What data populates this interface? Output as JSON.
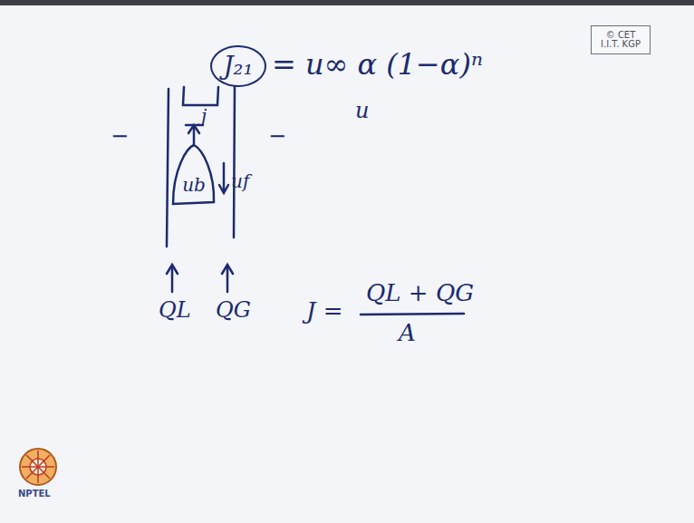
{
  "diagram": {
    "nodes": [
      {
        "text": [
          "© CET I.I.T. KGP"
        ]
      },
      {
        "text": [
          "J₂₁"
        ]
      },
      {
        "text": [
          "ub"
        ]
      }
    ],
    "labels": [
      "= u∞ α (1−α)ⁿ",
      "−",
      "j",
      "−",
      "u",
      "uf",
      "QL",
      "QG",
      "J =",
      "QL + QG",
      "A",
      "NPTEL"
    ]
  }
}
